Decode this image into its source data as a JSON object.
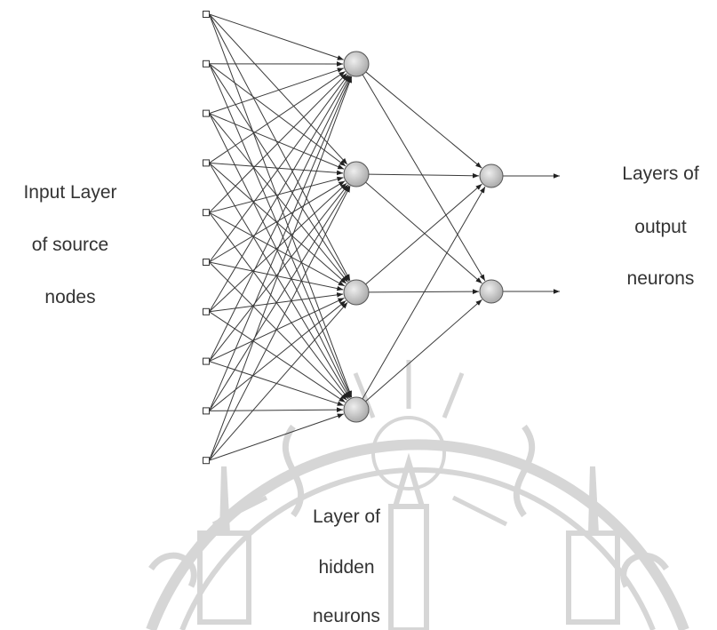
{
  "labels": {
    "input": [
      "Input Layer",
      "of source",
      "nodes"
    ],
    "output": [
      "Layers of",
      "output",
      "neurons"
    ],
    "hidden": [
      "Layer of",
      "hidden",
      "neurons"
    ]
  },
  "network": {
    "input_node_count": 10,
    "hidden_neuron_count": 4,
    "output_neuron_count": 2,
    "connectivity": "fully-connected"
  },
  "watermark": {
    "description": "university seal watermark",
    "color": "#d0d0d0"
  },
  "colors": {
    "edge": "#3a3a3a",
    "neuron_fill": "#c8c8c8",
    "neuron_stroke": "#555555",
    "input_node_fill": "#ffffff",
    "input_node_stroke": "#333333",
    "text": "#333333"
  }
}
